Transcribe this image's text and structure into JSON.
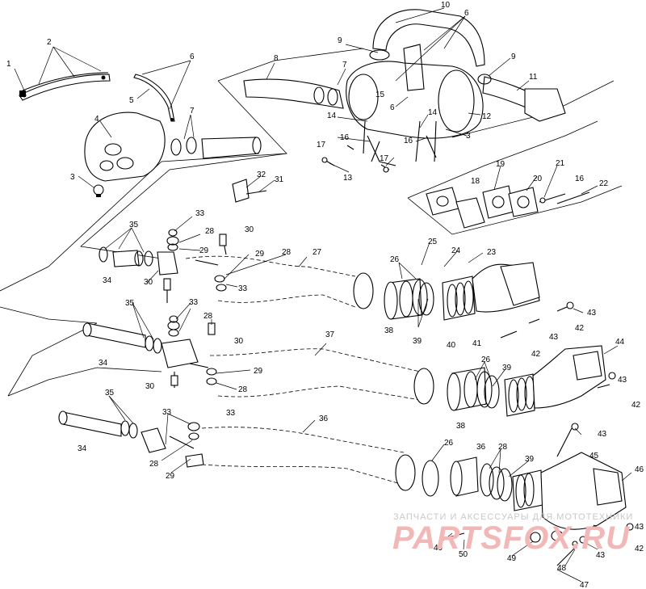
{
  "callouts": [
    {
      "id": "c1",
      "text": "1"
    },
    {
      "id": "c2",
      "text": "2"
    },
    {
      "id": "c3",
      "text": "3"
    },
    {
      "id": "c4",
      "text": "4"
    },
    {
      "id": "c5",
      "text": "5"
    },
    {
      "id": "c6a",
      "text": "6"
    },
    {
      "id": "c7a",
      "text": "7"
    },
    {
      "id": "c8",
      "text": "8"
    },
    {
      "id": "c9a",
      "text": "9"
    },
    {
      "id": "c10",
      "text": "10"
    },
    {
      "id": "c6b",
      "text": "6"
    },
    {
      "id": "c9b",
      "text": "9"
    },
    {
      "id": "c11",
      "text": "11"
    },
    {
      "id": "c7b",
      "text": "7"
    },
    {
      "id": "c15",
      "text": "15"
    },
    {
      "id": "c6c",
      "text": "6"
    },
    {
      "id": "c14a",
      "text": "14"
    },
    {
      "id": "c14b",
      "text": "14"
    },
    {
      "id": "c12",
      "text": "12"
    },
    {
      "id": "c16a",
      "text": "16"
    },
    {
      "id": "c16b",
      "text": "16"
    },
    {
      "id": "c3b",
      "text": "3"
    },
    {
      "id": "c17a",
      "text": "17"
    },
    {
      "id": "c17b",
      "text": "17"
    },
    {
      "id": "c13",
      "text": "13"
    },
    {
      "id": "c32",
      "text": "32"
    },
    {
      "id": "c31",
      "text": "31"
    },
    {
      "id": "c18",
      "text": "18"
    },
    {
      "id": "c19",
      "text": "19"
    },
    {
      "id": "c20",
      "text": "20"
    },
    {
      "id": "c21",
      "text": "21"
    },
    {
      "id": "c16c",
      "text": "16"
    },
    {
      "id": "c22",
      "text": "22"
    },
    {
      "id": "c35a",
      "text": "35"
    },
    {
      "id": "c33a",
      "text": "33"
    },
    {
      "id": "c28a",
      "text": "28"
    },
    {
      "id": "c30a",
      "text": "30"
    },
    {
      "id": "c29a",
      "text": "29"
    },
    {
      "id": "c29b",
      "text": "29"
    },
    {
      "id": "c28b",
      "text": "28"
    },
    {
      "id": "c27",
      "text": "27"
    },
    {
      "id": "c25",
      "text": "25"
    },
    {
      "id": "c24",
      "text": "24"
    },
    {
      "id": "c23",
      "text": "23"
    },
    {
      "id": "c26a",
      "text": "26"
    },
    {
      "id": "c34a",
      "text": "34"
    },
    {
      "id": "c30b",
      "text": "30"
    },
    {
      "id": "c33b",
      "text": "33"
    },
    {
      "id": "c33c",
      "text": "33"
    },
    {
      "id": "c35b",
      "text": "35"
    },
    {
      "id": "c28c",
      "text": "28"
    },
    {
      "id": "c30c",
      "text": "30"
    },
    {
      "id": "c38a",
      "text": "38"
    },
    {
      "id": "c39a",
      "text": "39"
    },
    {
      "id": "c40",
      "text": "40"
    },
    {
      "id": "c41",
      "text": "41"
    },
    {
      "id": "c42a",
      "text": "42"
    },
    {
      "id": "c43a",
      "text": "43"
    },
    {
      "id": "c43b",
      "text": "43"
    },
    {
      "id": "c42b",
      "text": "42"
    },
    {
      "id": "c37",
      "text": "37"
    },
    {
      "id": "c34b",
      "text": "34"
    },
    {
      "id": "c30d",
      "text": "30"
    },
    {
      "id": "c29c",
      "text": "29"
    },
    {
      "id": "c28d",
      "text": "28"
    },
    {
      "id": "c33d",
      "text": "33"
    },
    {
      "id": "c44",
      "text": "44"
    },
    {
      "id": "c26b",
      "text": "26"
    },
    {
      "id": "c39b",
      "text": "39"
    },
    {
      "id": "c43c",
      "text": "43"
    },
    {
      "id": "c42c",
      "text": "42"
    },
    {
      "id": "c38b",
      "text": "38"
    },
    {
      "id": "c35c",
      "text": "35"
    },
    {
      "id": "c33e",
      "text": "33"
    },
    {
      "id": "c36a",
      "text": "36"
    },
    {
      "id": "c43d",
      "text": "43"
    },
    {
      "id": "c34c",
      "text": "34"
    },
    {
      "id": "c28e",
      "text": "28"
    },
    {
      "id": "c29d",
      "text": "29"
    },
    {
      "id": "c26c",
      "text": "26"
    },
    {
      "id": "c36b",
      "text": "36"
    },
    {
      "id": "c28f",
      "text": "28"
    },
    {
      "id": "c45",
      "text": "45"
    },
    {
      "id": "c39c",
      "text": "39"
    },
    {
      "id": "c46",
      "text": "46"
    },
    {
      "id": "c43e",
      "text": "43"
    },
    {
      "id": "c49a",
      "text": "49"
    },
    {
      "id": "c50",
      "text": "50"
    },
    {
      "id": "c49b",
      "text": "49"
    },
    {
      "id": "c43f",
      "text": "43"
    },
    {
      "id": "c42d",
      "text": "42"
    },
    {
      "id": "c48",
      "text": "48"
    },
    {
      "id": "c47",
      "text": "47"
    }
  ],
  "watermark": {
    "caption": "ЗАПЧАСТИ И АКСЕССУАРЫ ДЛЯ МОТОТЕХНИКИ",
    "logo": "PARTSFOX.RU",
    "caption_color": "#c8c8c8",
    "logo_color": "#f2b8b8"
  }
}
